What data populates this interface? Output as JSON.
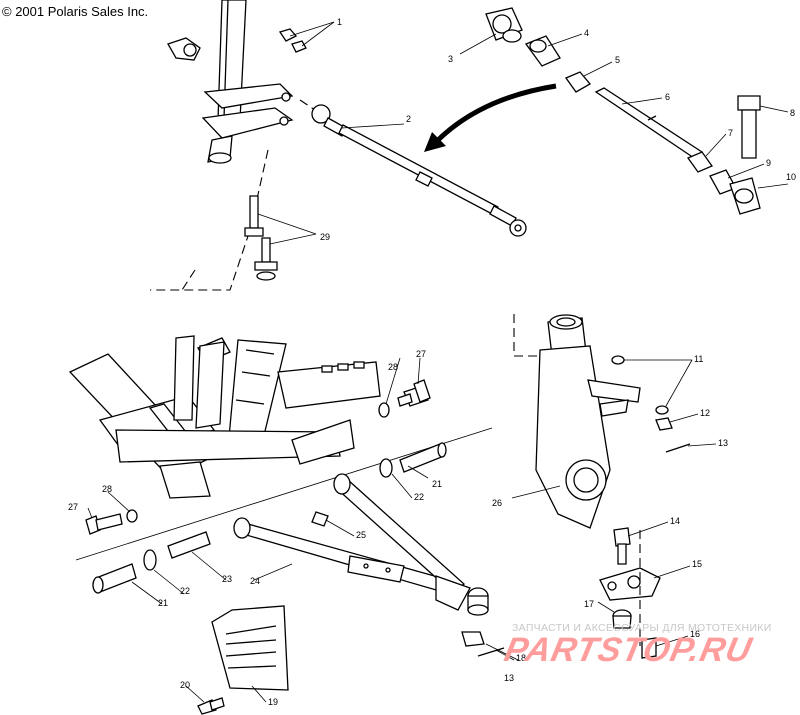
{
  "copyright": "© 2001 Polaris Sales Inc.",
  "watermark": {
    "subtitle": "ЗАПЧАСТИ И АКСЕССУАРЫ ДЛЯ МОТОТЕХНИКИ",
    "logo": "PARTSTOP.RU"
  },
  "callouts": {
    "c1": "1",
    "c2": "2",
    "c3": "3",
    "c4": "4",
    "c5": "5",
    "c6": "6",
    "c7": "7",
    "c8": "8",
    "c9": "9",
    "c10": "10",
    "c11": "11",
    "c12": "12",
    "c13a": "13",
    "c14": "14",
    "c15": "15",
    "c16": "16",
    "c17": "17",
    "c18": "18",
    "c13b": "13",
    "c19": "19",
    "c20": "20",
    "c21a": "21",
    "c22a": "22",
    "c21b": "21",
    "c22b": "22",
    "c23": "23",
    "c24": "24",
    "c25": "25",
    "c26": "26",
    "c27a": "27",
    "c28a": "28",
    "c27b": "27",
    "c28b": "28",
    "c29": "29"
  }
}
